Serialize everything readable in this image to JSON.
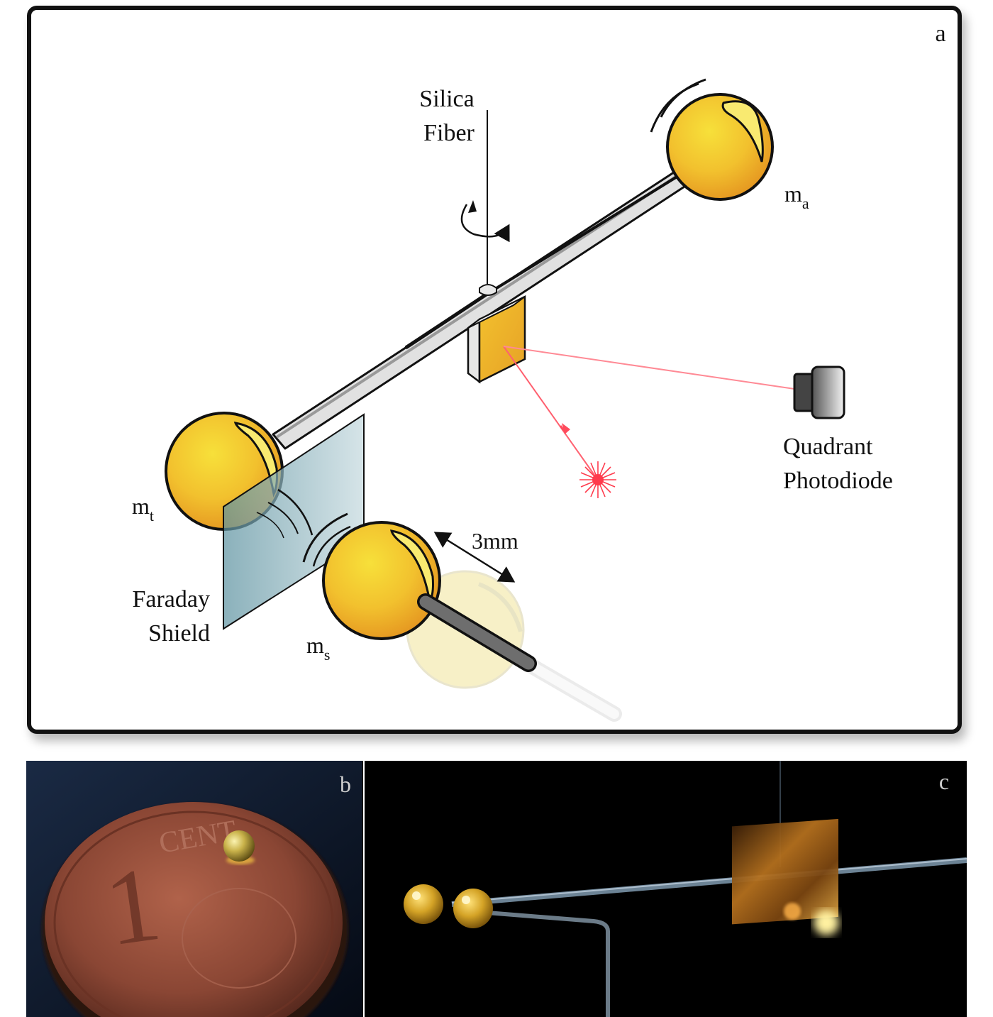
{
  "panel_a": {
    "letter": "a",
    "fiber_label_line1": "Silica",
    "fiber_label_line2": "Fiber",
    "mass_a": "m",
    "mass_a_sub": "a",
    "mass_t": "m",
    "mass_t_sub": "t",
    "mass_s": "m",
    "mass_s_sub": "s",
    "distance": "3mm",
    "shield_line1": "Faraday",
    "shield_line2": "Shield",
    "detector_line1": "Quadrant",
    "detector_line2": "Photodiode"
  },
  "panel_b": {
    "letter": "b",
    "coin_text": "CENT",
    "coin_value": "1"
  },
  "panel_c": {
    "letter": "c"
  },
  "colors": {
    "gold": "#f2c12e",
    "gold_dark": "#e08a1a",
    "laser": "#ff4b5c",
    "shield": "#8fb4bd",
    "rod": "#d9d9d9"
  }
}
